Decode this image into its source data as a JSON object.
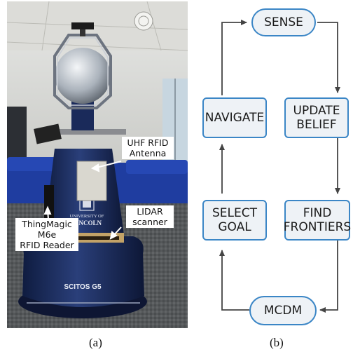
{
  "panel_a": {
    "caption": "(a)",
    "callouts": {
      "antenna": "UHF RFID\nAntenna",
      "lidar": "LIDAR\nscanner",
      "reader": "ThingMagic\nM6e\nRFID Reader"
    },
    "robot_brand": "SCITOS G5",
    "robot_logo_text": "UNIVERSITY OF\nLINCOLN"
  },
  "panel_b": {
    "caption": "(b)",
    "nodes": {
      "sense": "SENSE",
      "update_belief": "UPDATE\nBELIEF",
      "find_frontiers": "FIND\nFRONTIERS",
      "mcdm": "MCDM",
      "select_goal": "SELECT\nGOAL",
      "navigate": "NAVIGATE"
    }
  },
  "colors": {
    "node_border": "#3b86c6",
    "node_fill": "#eef2f6",
    "arrow": "#444444",
    "robot_body": "#1b2f63"
  }
}
